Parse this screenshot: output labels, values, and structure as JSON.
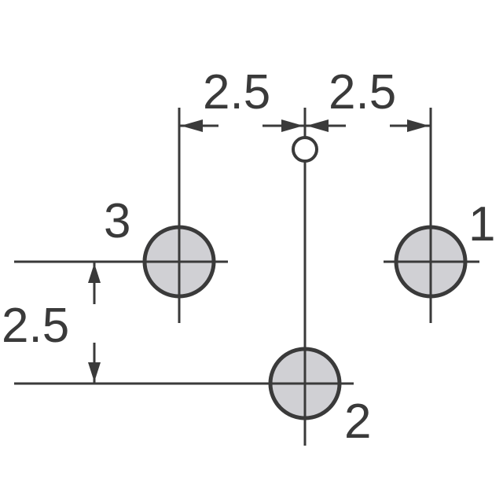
{
  "dimensions": {
    "top_left_spacing": "2.5",
    "top_right_spacing": "2.5",
    "left_vertical_spacing": "2.5"
  },
  "pins": {
    "pin_1": "1",
    "pin_2": "2",
    "pin_3": "3"
  },
  "colors": {
    "line": "#3a3a3a",
    "pad_fill": "#d0d0d4",
    "background": "#ffffff"
  }
}
